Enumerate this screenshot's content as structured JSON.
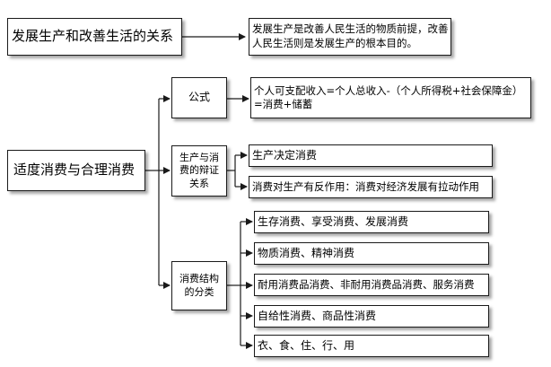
{
  "diagram": {
    "topic_relation": {
      "label": "发展生产和改善生活的关系",
      "description": "发展生产是改善人民生活的物质前提，改善人民生活则是发展生产的根本目的。"
    },
    "main_topic": "适度消费与合理消费",
    "branches": [
      {
        "label": "公式",
        "children": [
          "个人可支配收入=个人总收入-（个人所得税+社会保障金）=消费+储蓄"
        ]
      },
      {
        "label": "生产与消费的辩证关系",
        "children": [
          "生产决定消费",
          "消费对生产有反作用：消费对经济发展有拉动作用"
        ]
      },
      {
        "label": "消费结构的分类",
        "children": [
          "生存消费、享受消费、发展消费",
          "物质消费、精神消费",
          "耐用消费品消费、非耐用消费品消费、服务消费",
          "自给性消费、商品性消费",
          "衣、食、住、行、用"
        ]
      }
    ]
  },
  "colors": {
    "line": "#1a1a1a",
    "box_border": "#1a1a1a",
    "background": "#ffffff"
  }
}
